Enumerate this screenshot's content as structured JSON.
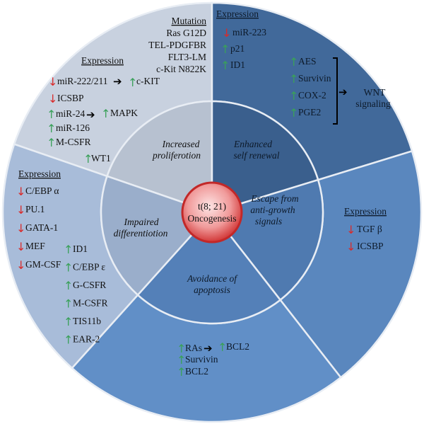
{
  "center": {
    "line1": "t(8; 21)",
    "line2": "Oncogenesis"
  },
  "sectors": {
    "proliferation": {
      "label1": "Increased",
      "label2": "proliferotion",
      "mutation_header": "Mutation",
      "mutations": [
        "Ras G12D",
        "TEL-PDGFBR",
        "FLT3-LM",
        "c-Kit N822K"
      ],
      "expression_header": "Expression",
      "items": [
        {
          "dir": "down",
          "name": "miR-222/211",
          "target": "c-KIT",
          "target_dir": "up"
        },
        {
          "dir": "down",
          "name": "ICSBP"
        },
        {
          "dir": "up",
          "name": "miR-24",
          "target": "MAPK",
          "target_dir": "up"
        },
        {
          "dir": "up",
          "name": "miR-126"
        },
        {
          "dir": "up",
          "name": "M-CSFR"
        },
        {
          "dir": "up",
          "name": "WT1"
        }
      ]
    },
    "self_renewal": {
      "label1": "Enhanced",
      "label2": "self renewal",
      "expression_header": "Expression",
      "items": [
        {
          "dir": "down",
          "name": "miR-223"
        },
        {
          "dir": "up",
          "name": "p21"
        },
        {
          "dir": "up",
          "name": "ID1"
        }
      ],
      "wnt_items": [
        {
          "dir": "up",
          "name": "AES"
        },
        {
          "dir": "up",
          "name": "Survivin"
        },
        {
          "dir": "up",
          "name": "COX-2"
        },
        {
          "dir": "up",
          "name": "PGE2"
        }
      ],
      "wnt_label1": "WNT",
      "wnt_label2": "signaling"
    },
    "escape": {
      "label1": "Escape from",
      "label2": "anti-growth",
      "label3": "signals",
      "expression_header": "Expression",
      "items": [
        {
          "dir": "down",
          "name": "TGF β"
        },
        {
          "dir": "down",
          "name": "ICSBP"
        }
      ]
    },
    "apoptosis": {
      "label1": "Avoidance of",
      "label2": "apoptosis",
      "items": [
        {
          "dir": "up",
          "name": "RAs",
          "target": "BCL2",
          "target_dir": "up"
        },
        {
          "dir": "up",
          "name": "Survivin"
        },
        {
          "dir": "up",
          "name": "BCL2"
        }
      ]
    },
    "differentiation": {
      "label1": "Impaired",
      "label2": "differentiotion",
      "expression_header": "Expression",
      "down_items": [
        {
          "dir": "down",
          "name": "C/EBP α"
        },
        {
          "dir": "down",
          "name": "PU.1"
        },
        {
          "dir": "down",
          "name": "GATA-1"
        },
        {
          "dir": "down",
          "name": "MEF"
        },
        {
          "dir": "down",
          "name": "GM-CSF"
        }
      ],
      "up_items": [
        {
          "dir": "up",
          "name": "ID1"
        },
        {
          "dir": "up",
          "name": "C/EBP ε"
        },
        {
          "dir": "up",
          "name": "G-CSFR"
        },
        {
          "dir": "up",
          "name": "M-CSFR"
        },
        {
          "dir": "up",
          "name": "TIS11b"
        },
        {
          "dir": "up",
          "name": "EAR-2"
        }
      ]
    }
  },
  "glyphs": {
    "up": "↑",
    "down": "↓",
    "arrow": "➔"
  },
  "colors": {
    "up_arrow": "#3aa05a",
    "down_arrow": "#d92a2a",
    "center": "#e0585a"
  }
}
